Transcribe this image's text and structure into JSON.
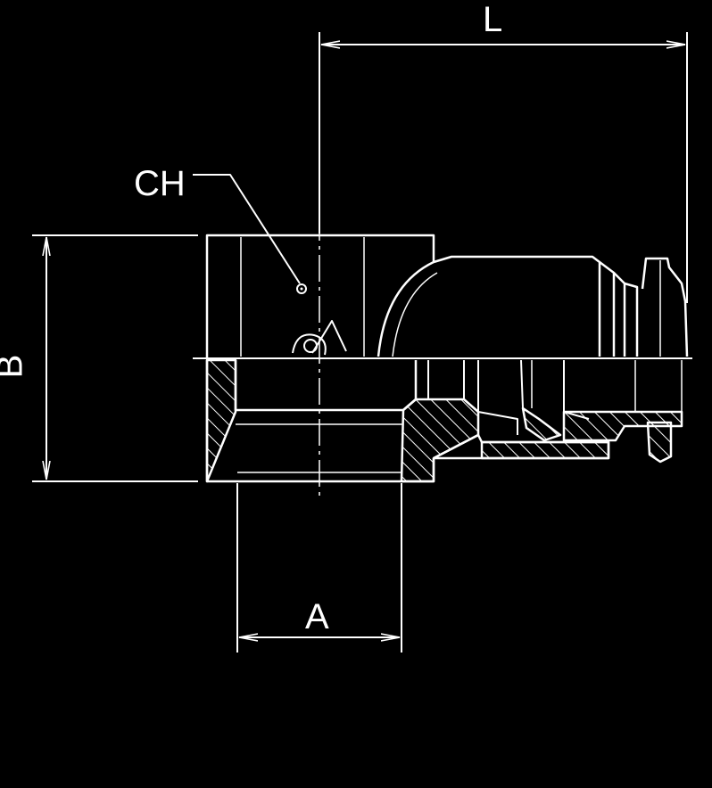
{
  "labels": {
    "length": "L",
    "wrench_size": "CH",
    "thread_size": "A",
    "body_height": "B"
  },
  "colors": {
    "background": "#000000",
    "line": "#ffffff"
  }
}
